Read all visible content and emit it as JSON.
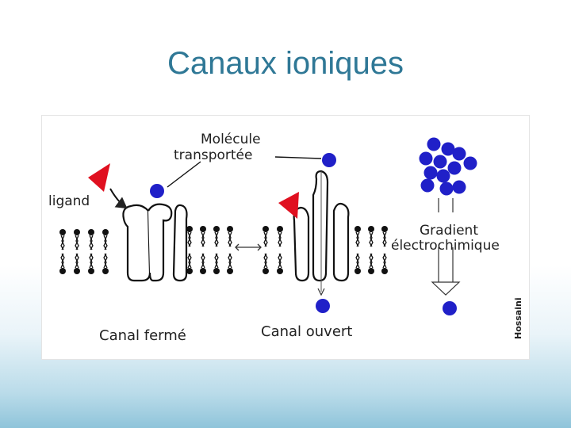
{
  "slide": {
    "title": "Canaux ioniques"
  },
  "figure": {
    "labels": {
      "molecule": "Molécule",
      "transported": "transportée",
      "ligand": "ligand",
      "gradient": "Gradient",
      "electrochemical": "électrochimique",
      "closed_channel": "Canal fermé",
      "open_channel": "Canal ouvert",
      "author": "Hossaini"
    },
    "colors": {
      "ion": "#2020c8",
      "ligand": "#e01020",
      "membrane": "#111111"
    }
  }
}
